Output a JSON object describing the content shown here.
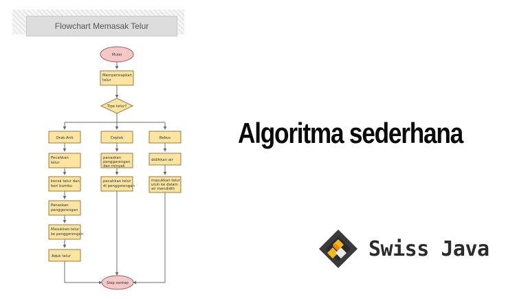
{
  "flowchart": {
    "title": "Flowchart Memasak Telur",
    "start": "Mulai",
    "step_prepare": "Mempersiapkan telur",
    "decision": "Tipe telur?",
    "branches": [
      {
        "label": "Orak-Arik",
        "steps": [
          "Pecahkan telur",
          "kocok telur dan beri bumbu",
          "Panaskan penggorengan",
          "Masukkan telur ke penggorengan",
          "Aduk telur"
        ]
      },
      {
        "label": "Ceplok",
        "steps": [
          "panaskan penggorengan dan minyak",
          "pecahkan telur di penggorengan"
        ]
      },
      {
        "label": "Rebus",
        "steps": [
          "didihkan air",
          "masukkan telur utuh ke dalam air mendidih"
        ]
      }
    ],
    "end": "Siap santap"
  },
  "headline": "Algoritma sederhana",
  "brand": {
    "name": "Swiss Java",
    "colors": {
      "dark": "#3a3a3a",
      "accent": "#f5b81c",
      "text": "#2b2b2b"
    }
  }
}
